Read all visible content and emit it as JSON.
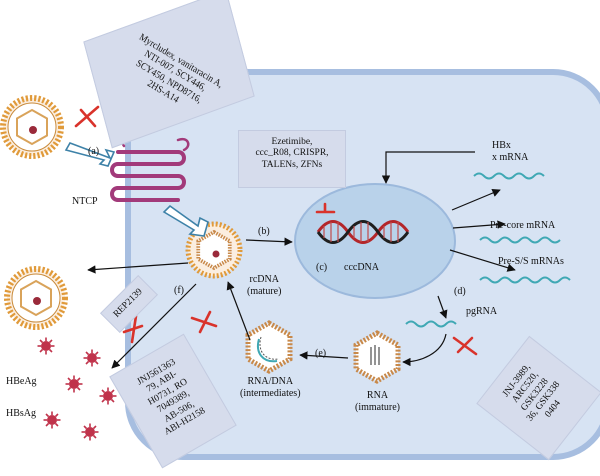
{
  "labels": {
    "step_a": "(a)",
    "step_b": "(b)",
    "step_c": "(c)",
    "step_d": "(d)",
    "step_e": "(e)",
    "step_f": "(f)",
    "ntcp": "NTCP",
    "cccdna": "cccDNA",
    "rcdna": "rcDNA",
    "rcdna_sub": "(mature)",
    "rna_dna": "RNA/DNA",
    "rna_dna_sub": "(intermediates)",
    "rna": "RNA",
    "rna_sub": "(immature)",
    "pgrna": "pgRNA",
    "hbx_line1": "HBx",
    "hbx_line2": "x mRNA",
    "precore": "Pre-core mRNA",
    "pres": "Pre-S/S mRNAs",
    "hbeag": "HBeAg",
    "hbsag": "HBsAg"
  },
  "drug_boxes": {
    "entry_inhibitors": [
      "Myrcludex, vanitaracin A,",
      "NTI-007, SCY446,",
      "SCY450, NPD8716,",
      "2HS-A14"
    ],
    "cccdna_targeting": [
      "Ezetimibe,",
      "ccc_R08, CRISPR,",
      "TALENs, ZFNs"
    ],
    "rep": "REP2139",
    "capsid_modulators": [
      "JNJ561363",
      "79, ABI-",
      "H0731, RO",
      "7049389,",
      "AB-506,",
      "ABI-H2158"
    ],
    "rna_interference": [
      "JNJ-3989,",
      "ARC520,",
      "GSK3228",
      "36, GSK338",
      "0404"
    ]
  },
  "colors": {
    "cell_fill": "#d7e3f3",
    "cell_border": "#a7bee0",
    "nucleus_fill": "#b9d2ea",
    "drug_box": "#d6dcec",
    "inhibition": "#d9332b",
    "receptor": "#a23a7a",
    "mrna": "#3fa8b4",
    "virion_outer": "#e09a3a",
    "antigen": "#c0334b"
  },
  "icons": [
    "virion-icon",
    "ntcp-receptor-icon",
    "cccdna-helix-icon",
    "capsid-icon",
    "mrna-wave-icon",
    "inhibition-t-icon",
    "arrow-icon",
    "antigen-icon"
  ]
}
